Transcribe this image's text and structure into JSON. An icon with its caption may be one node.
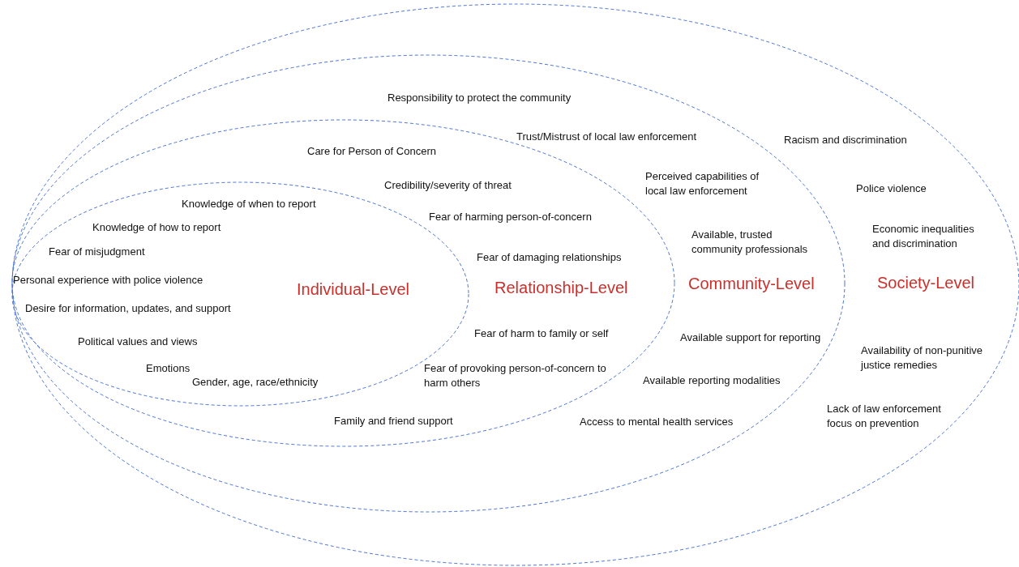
{
  "diagram": {
    "nodes": [
      {
        "text": [
          "Society-Level",
          "Racism and discrimination",
          "Police violence",
          "Economic inequalities and discrimination",
          "Availability of non-punitive justice remedies",
          "Lack of law enforcement focus on prevention"
        ]
      },
      {
        "text": [
          "Community-Level",
          "Responsibility to protect the community",
          "Trust/Mistrust of local law enforcement",
          "Perceived capabilities of local law enforcement",
          "Available, trusted community professionals",
          "Available support for reporting",
          "Available reporting modalities",
          "Access to mental health services"
        ],
        "in": 0
      },
      {
        "text": [
          "Relationship-Level",
          "Care for Person of Concern",
          "Credibility/severity of threat",
          "Fear of harming person-of-concern",
          "Fear of damaging relationships",
          "Fear of harm to family or self",
          "Fear of provoking person-of-concern to harm others",
          "Family and friend support"
        ],
        "in": 1
      },
      {
        "text": [
          "Individual-Level",
          "Knowledge of when to report",
          "Knowledge of how to report",
          "Fear of misjudgment",
          "Personal experience with police violence",
          "Desire for information, updates, and support",
          "Political values and views",
          "Emotions",
          "Gender, age, race/ethnicity"
        ],
        "in": 2
      }
    ]
  }
}
